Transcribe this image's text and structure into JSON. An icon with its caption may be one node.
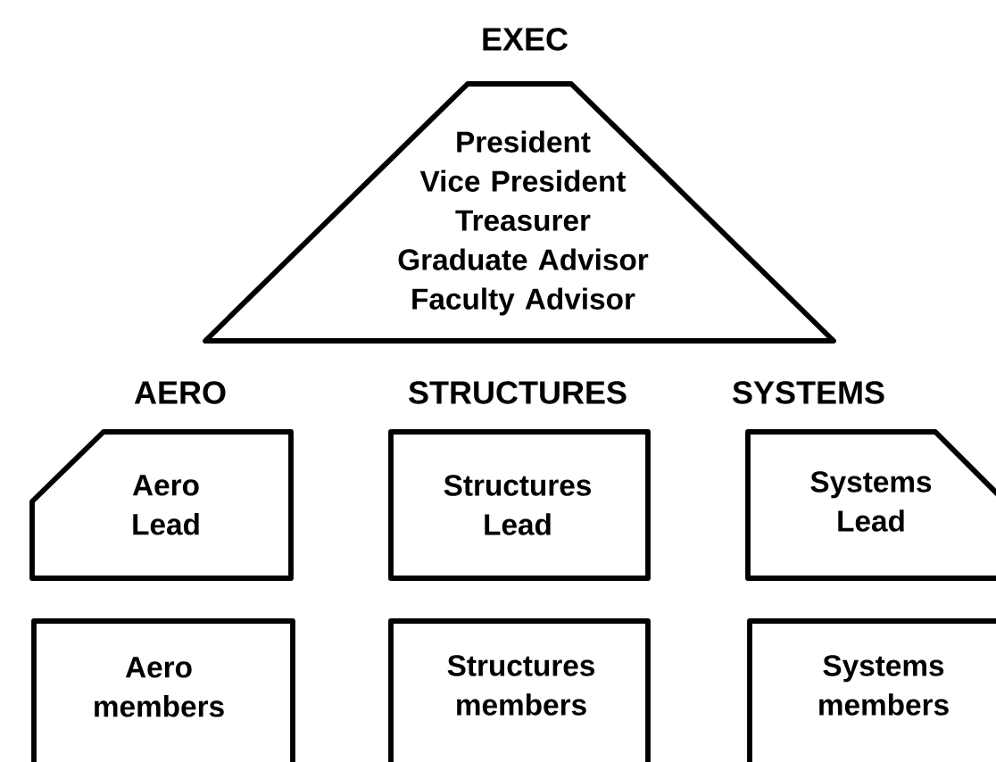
{
  "diagram": {
    "nodes": [
      {
        "text": [
          "EXEC",
          "President",
          "Vice President",
          "Treasurer",
          "Graduate Advisor",
          "Faculty Advisor"
        ]
      },
      {
        "text": [
          "AERO",
          "Aero Lead"
        ]
      },
      {
        "text": [
          "STRUCTURES",
          "Structures Lead"
        ]
      },
      {
        "text": [
          "SYSTEMS",
          "Systems Lead"
        ]
      },
      {
        "text": [
          "Aero members"
        ]
      },
      {
        "text": [
          "Structures members"
        ]
      },
      {
        "text": [
          "Systems members"
        ]
      }
    ]
  }
}
